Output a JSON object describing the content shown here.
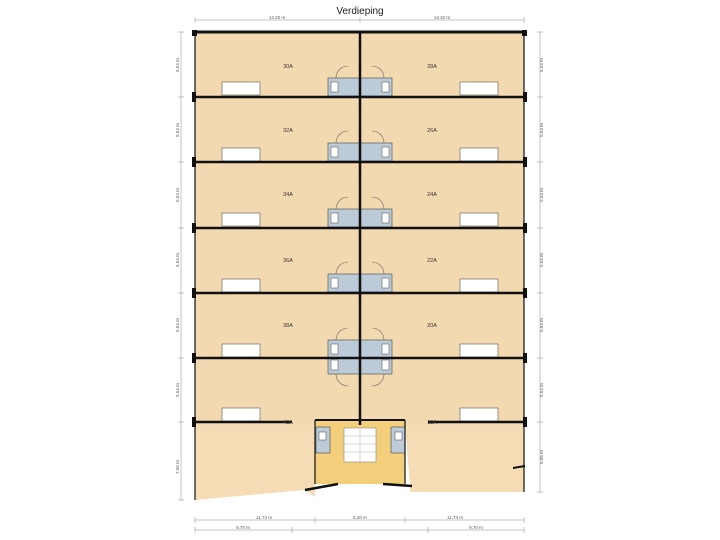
{
  "title": "Verdieping",
  "units": {
    "left": [
      {
        "label": "30A"
      },
      {
        "label": "32A"
      },
      {
        "label": "34A"
      },
      {
        "label": "36A"
      },
      {
        "label": "38A"
      },
      {
        "label": "40A"
      }
    ],
    "right": [
      {
        "label": "28A"
      },
      {
        "label": "26A"
      },
      {
        "label": "24A"
      },
      {
        "label": "22A"
      },
      {
        "label": "20A"
      },
      {
        "label": "18A"
      }
    ]
  },
  "dimensions": {
    "top_left": "14.32 m",
    "top_right": "14.32 m",
    "left_side": [
      "5.54 m",
      "5.54 m",
      "5.54 m",
      "5.54 m",
      "5.54 m",
      "5.54 m",
      "7.55 m"
    ],
    "right_side": [
      "5.54 m",
      "5.54 m",
      "5.54 m",
      "5.54 m",
      "5.54 m",
      "5.54 m",
      "6.05 m"
    ],
    "bottom_row1": [
      "11.73 m",
      "5.20 m",
      "11.73 m"
    ],
    "bottom_row2": [
      "9.70 m",
      "9.70 m"
    ]
  },
  "colors": {
    "floor": "#f3d9b0",
    "floor_lower": "#f5dcb5",
    "stair": "#f3cf7c",
    "bathroom": "#bccbd8",
    "wall": "#111111"
  }
}
